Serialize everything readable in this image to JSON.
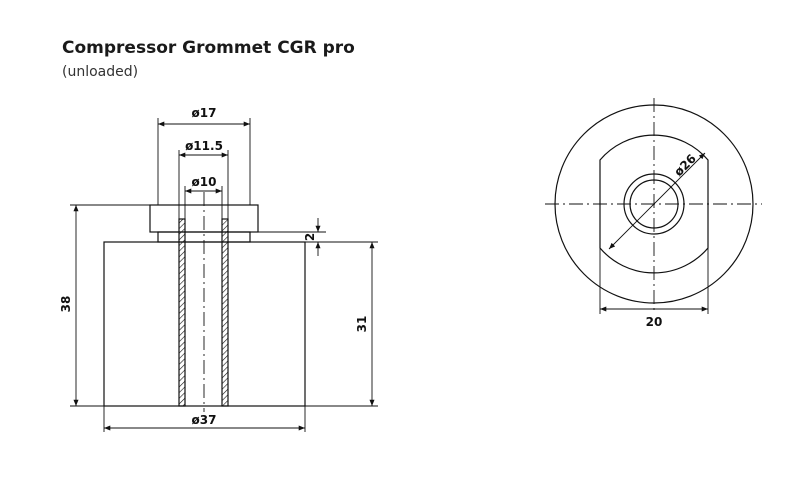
{
  "header": {
    "title": "Compressor Grommet CGR pro",
    "subtitle": "(unloaded)"
  },
  "side_view": {
    "dims": {
      "d_top": "ø17",
      "d_mid": "ø11.5",
      "d_bore": "ø10",
      "d_base": "ø37",
      "height_total": "38",
      "height_body": "31",
      "step": "2"
    }
  },
  "top_view": {
    "dims": {
      "diameter": "ø26",
      "width": "20"
    }
  }
}
